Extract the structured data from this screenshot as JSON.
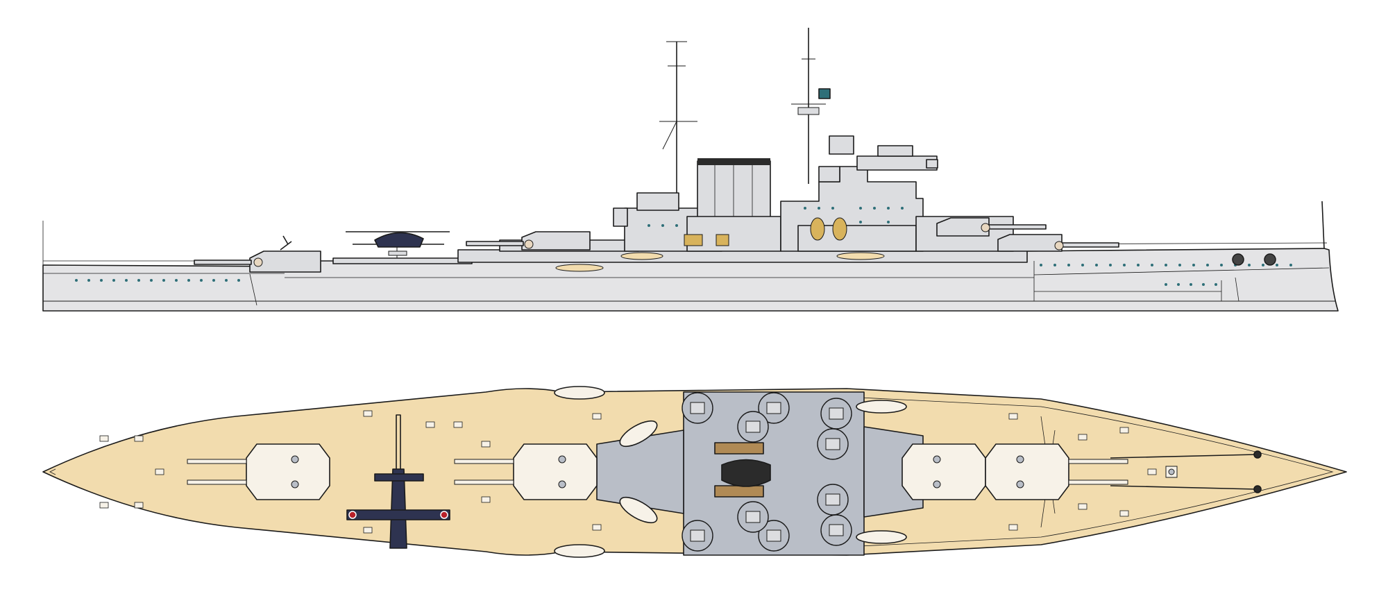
{
  "colors": {
    "hull_light_grey": "#e4e4e6",
    "superstructure_grey": "#dcdde0",
    "funnel_cap": "#2b2b2b",
    "deck_planking": "#f2dcae",
    "armored_deck_grey": "#b9bec7",
    "boat_wood": "#b08a55",
    "aircraft_dark": "#2e3350",
    "roundel_red": "#b8212a",
    "porthole_teal": "#2e6f78",
    "outline": "#1a1a1a"
  },
  "views": [
    {
      "id": "side-profile",
      "kind": "profile"
    },
    {
      "id": "top-plan",
      "kind": "plan"
    }
  ],
  "features": {
    "main_turrets": 4,
    "aircraft_carried": 1,
    "funnels": 1,
    "masts": 2
  },
  "icons": [
    "floatplane-icon",
    "roundel-icon"
  ]
}
